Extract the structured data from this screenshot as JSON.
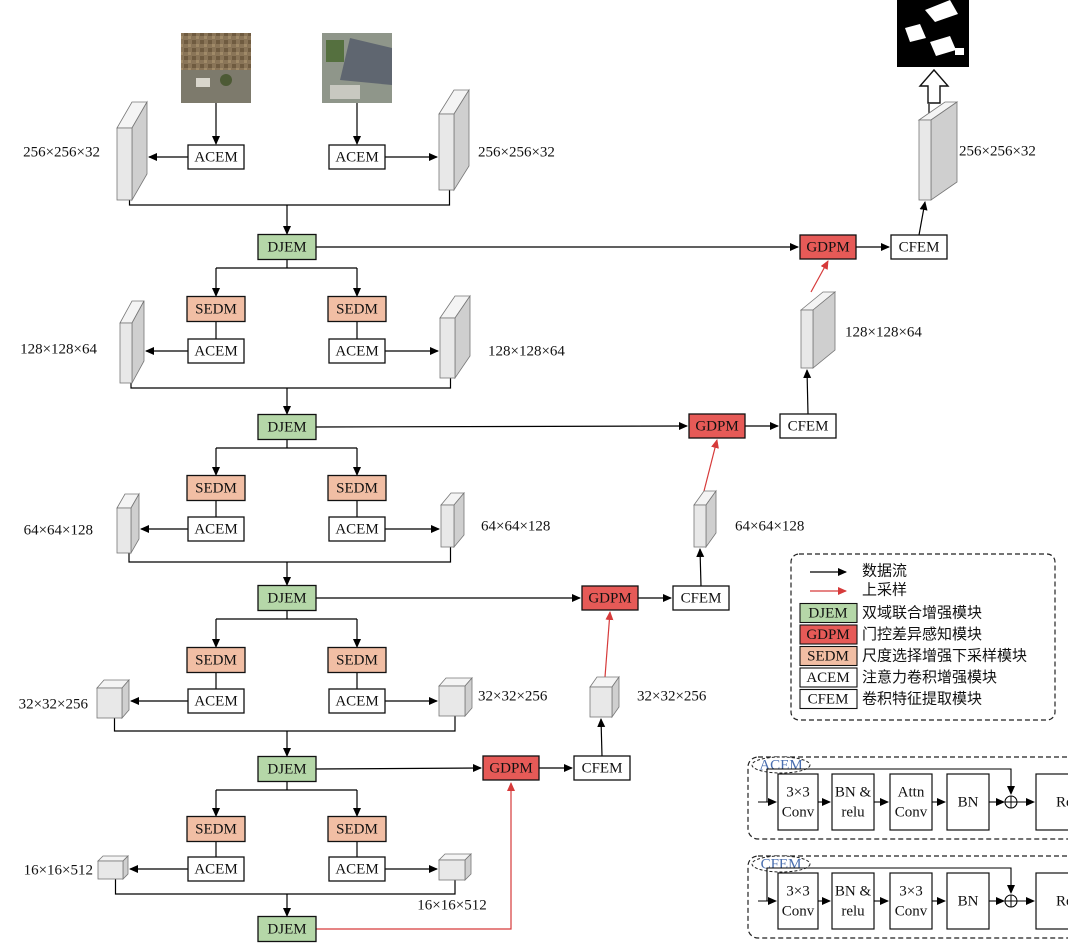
{
  "modules": {
    "djem": "DJEM",
    "sedm": "SEDM",
    "acem": "ACEM",
    "gdpm": "GDPM",
    "cfem": "CFEM"
  },
  "dims": {
    "d256": "256×256×32",
    "d128": "128×128×64",
    "d64": "64×64×128",
    "d32": "32×32×256",
    "d16": "16×16×512"
  },
  "legend": {
    "items": [
      {
        "key": "",
        "text": "数据流"
      },
      {
        "key": "",
        "text": "上采样"
      },
      {
        "key": "DJEM",
        "text": "双域联合增强模块"
      },
      {
        "key": "GDPM",
        "text": "门控差异感知模块"
      },
      {
        "key": "SEDM",
        "text": "尺度选择增强下采样模块"
      },
      {
        "key": "ACEM",
        "text": "注意力卷积增强模块"
      },
      {
        "key": "CFEM",
        "text": "卷积特征提取模块"
      }
    ]
  },
  "acem_detail": {
    "title": "ACEM",
    "blocks": [
      "3×3 Conv",
      "BN & relu",
      "Attn Conv",
      "BN",
      "Relu"
    ]
  },
  "cfem_detail": {
    "title": "CFEM",
    "blocks": [
      "3×3 Conv",
      "BN & relu",
      "3×3 Conv",
      "BN",
      "Relu"
    ]
  },
  "colors": {
    "djem": "#b5d7a8",
    "sedm": "#f1bea4",
    "gdpm": "#e65a57",
    "upsample": "#d63a3a",
    "cube": "#e8e8e8"
  }
}
